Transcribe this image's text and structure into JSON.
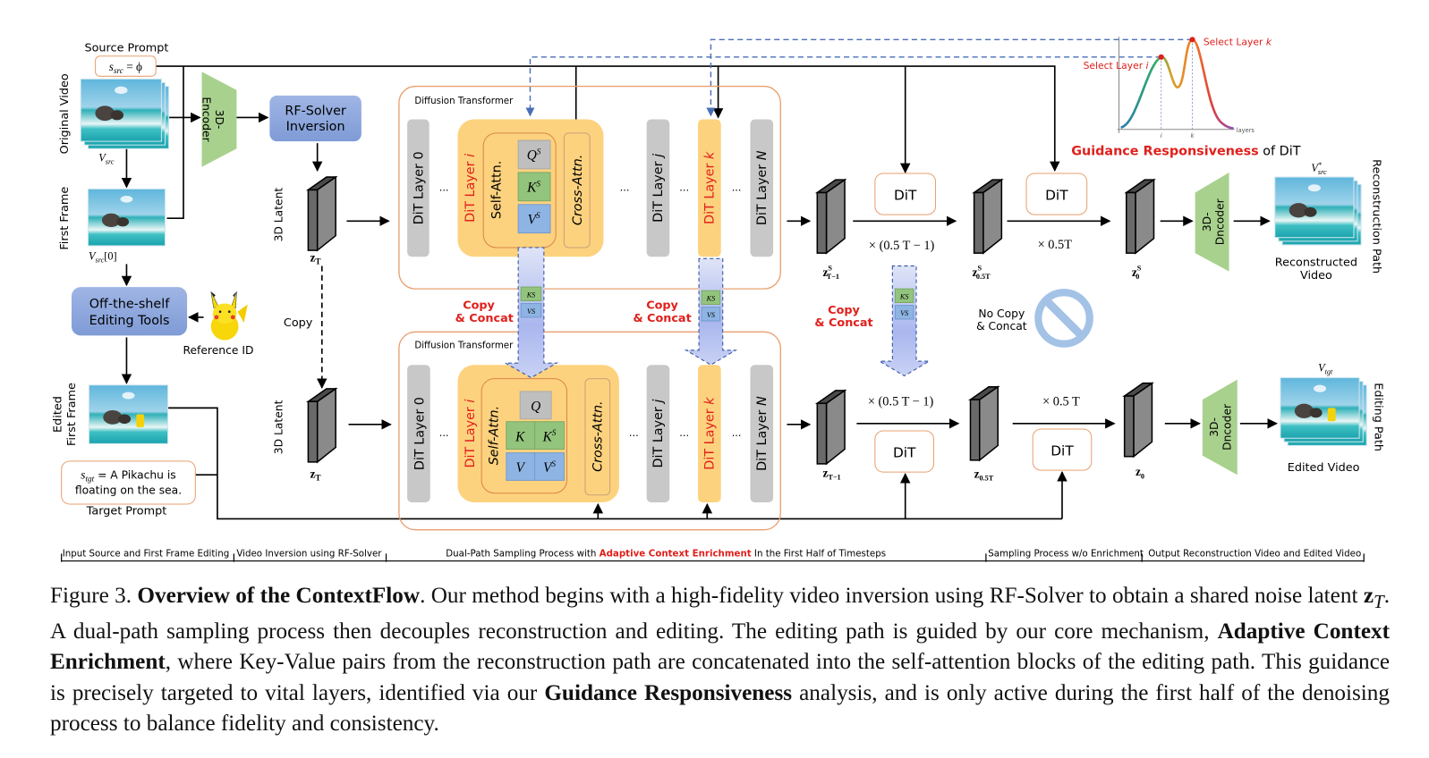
{
  "figure": {
    "left": {
      "source_prompt_label": "Source Prompt",
      "source_prompt": {
        "var": "s",
        "sub": "src",
        "eq": " = ϕ"
      },
      "original_video_label": "Original Video",
      "v_src": {
        "var": "V",
        "sub": "src"
      },
      "encoder": [
        "3D-",
        "Encoder"
      ],
      "first_frame_label": "First Frame",
      "v_src0": {
        "var": "V",
        "sub": "src",
        "idx": "[0]"
      },
      "editing_tools": [
        "Off-the-shelf",
        "Editing Tools"
      ],
      "reference_id": "Reference ID",
      "edited_first_frame_label": [
        "Edited",
        "First Frame"
      ],
      "target_prompt": {
        "var": "s",
        "sub": "tgt",
        "line1": " = A Pikachu is",
        "line2": "floating on the sea."
      },
      "target_prompt_label": "Target Prompt"
    },
    "inversion": {
      "rf_solver": [
        "RF-Solver",
        "Inversion"
      ],
      "latent_label": "3D Latent",
      "z_T": {
        "var": "z",
        "sub": "T"
      },
      "copy": "Copy"
    },
    "dit": {
      "title": "Diffusion Transformer",
      "layer_prefix": "DiT Layer ",
      "layer0_idx": "0",
      "layer_i_idx": "i",
      "layer_j_idx": "j",
      "layer_k_idx": "k",
      "layer_n_idx": "N",
      "dots": "...",
      "self_attn": "Self-Attn.",
      "cross_attn": "Cross-Attn.",
      "q_s": {
        "base": "Q",
        "sup": "S"
      },
      "k_s": {
        "base": "K",
        "sup": "S"
      },
      "v_s": {
        "base": "V",
        "sup": "S"
      },
      "q": "Q",
      "k": "K",
      "v": "V"
    },
    "transfer": {
      "copy_concat": [
        "Copy",
        "& Concat"
      ],
      "no_copy_concat": [
        "No Copy",
        "& Concat"
      ]
    },
    "reconstruction_path": {
      "label": "Reconstruction Path",
      "dit": "DiT",
      "steps_1": "× (0.5 T − 1)",
      "steps_2": "× 0.5T",
      "z_t1": {
        "var": "z",
        "sup": "S",
        "sub": "T−1"
      },
      "z_half": {
        "var": "z",
        "sup": "S",
        "sub": "0.5T"
      },
      "z_0": {
        "var": "z",
        "sup": "S",
        "sub": "0"
      },
      "decoder": [
        "3D-",
        "Dncoder"
      ],
      "video_var": {
        "var": "V",
        "sup": "*",
        "sub": "src"
      },
      "video_label": [
        "Reconstructed",
        "Video"
      ]
    },
    "editing_path": {
      "label": "Editing Path",
      "dit": "DiT",
      "steps_1": "× (0.5 T − 1)",
      "steps_2": "× 0.5 T",
      "z_t1": {
        "var": "z",
        "sub": "T−1"
      },
      "z_half": {
        "var": "z",
        "sub": "0.5T"
      },
      "z_0": {
        "var": "z",
        "sub": "0"
      },
      "decoder": [
        "3D-",
        "Dncoder"
      ],
      "video_var": {
        "var": "V",
        "sub": "tgt"
      },
      "video_label": "Edited Video"
    },
    "guidance_plot": {
      "select_i": {
        "text": "Select Layer ",
        "idx": "i"
      },
      "select_k": {
        "text": "Select Layer ",
        "idx": "k"
      },
      "x_axis_label": "layers",
      "tick_i": "i",
      "tick_k": "k",
      "title_red": "Guidance Responsiveness",
      "title_rest": " of DiT"
    },
    "stages": {
      "s1": "Input Source and First Frame Editing",
      "s2": "Video Inversion using RF-Solver",
      "s3_pre": "Dual-Path Sampling Process with ",
      "s3_red": "Adaptive Context Enrichment",
      "s3_post": " In the First Half of Timesteps",
      "s4": "Sampling Process w/o Enrichment",
      "s5": "Output Reconstruction Video and Edited Video"
    },
    "colors": {
      "accent_red": "#e0201c",
      "orange_border": "#e8a070",
      "dit_layer_highlight": "#fdd27e",
      "layer_gray": "#c8c8c8",
      "key_green": "#93c47d",
      "value_blue": "#8eb4e3",
      "tool_blue": "#8ea9db",
      "codec_green": "#a9d18e"
    }
  },
  "caption": {
    "fig_label": "Figure 3. ",
    "title": "Overview of the ContextFlow",
    "t1": ". Our method begins with a high-fidelity video inversion using RF-Solver to obtain a shared noise latent ",
    "zvar": "z",
    "zsub": "T",
    "t2": ".  A dual-path sampling process then decouples reconstruction and editing.  The editing path is guided by our core mechanism, ",
    "ace": "Adaptive Context Enrichment",
    "t3": ", where Key-Value pairs from the reconstruction path are concatenated into the self-attention blocks of the editing path.  This guidance is precisely targeted to vital layers, identified via our ",
    "gr": "Guidance Responsiveness",
    "t4": " analysis, and is only active during the first half of the denoising process to balance fidelity and consistency."
  }
}
